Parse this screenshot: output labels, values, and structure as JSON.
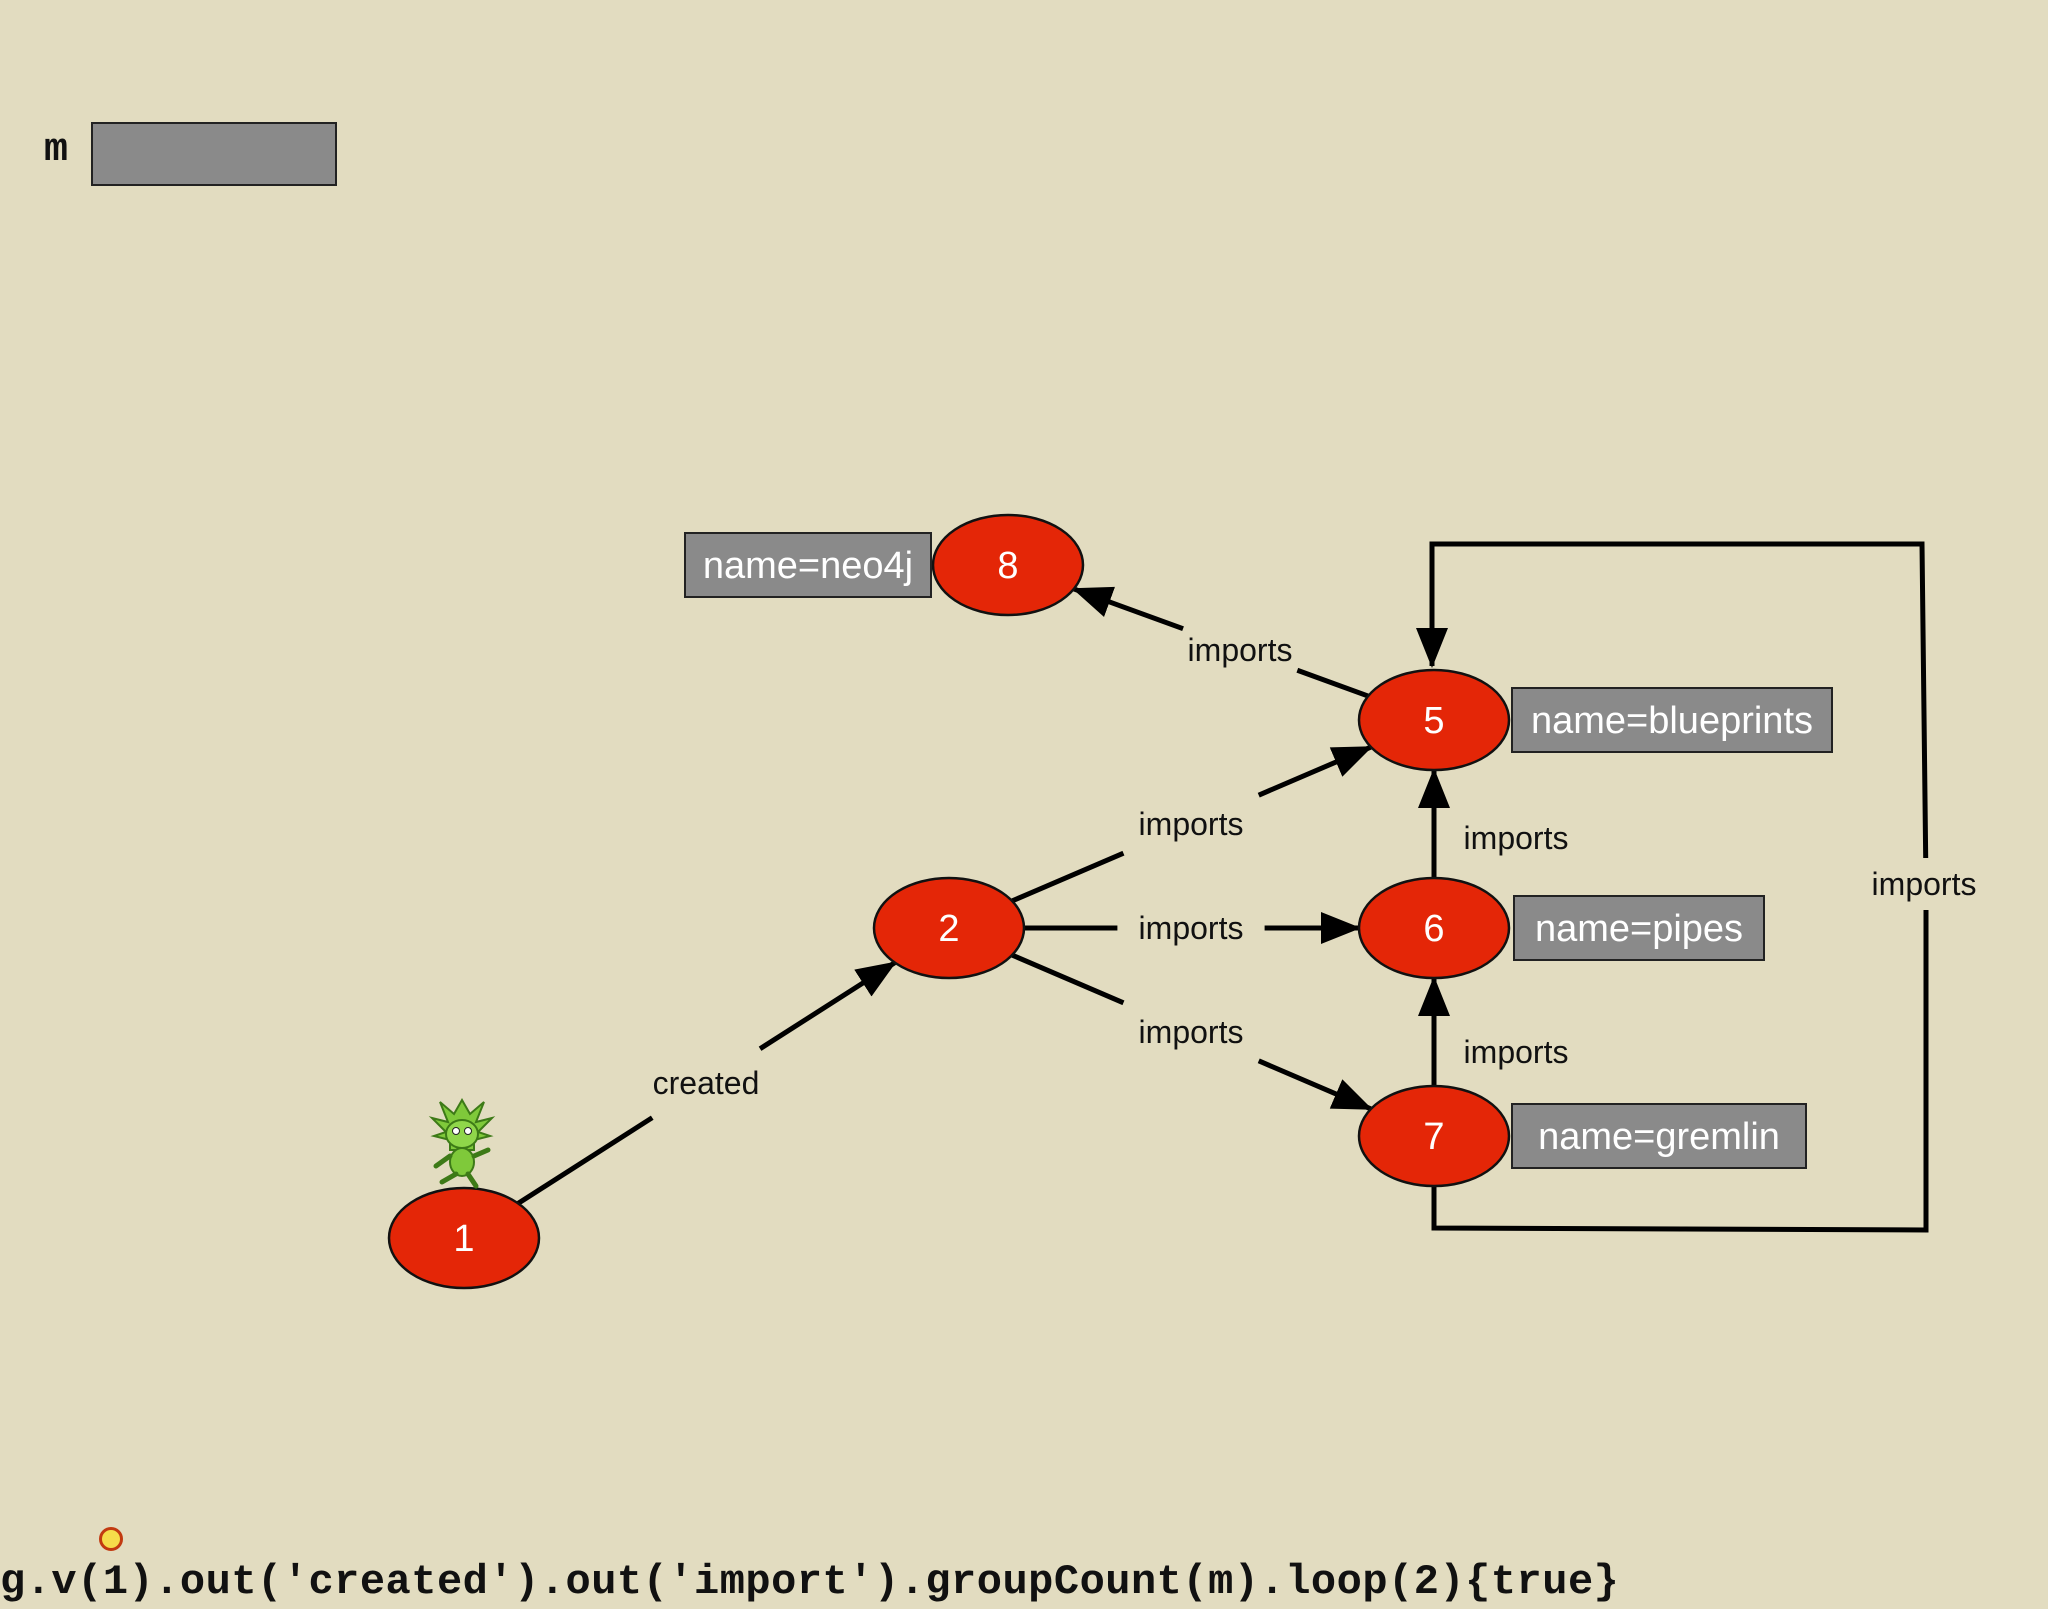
{
  "map": {
    "label": "m"
  },
  "query": "g.v(1).out('created').out('import').groupCount(m).loop(2){true}",
  "colors": {
    "background": "#e2dcc0",
    "node": "#e42607",
    "property_box": "#8a8a8a",
    "gremlin": "#7fc93a"
  },
  "icons": [
    "gremlin-mascot-icon",
    "cursor-dot-icon"
  ],
  "nodes": [
    {
      "id": "1",
      "label": "1"
    },
    {
      "id": "2",
      "label": "2"
    },
    {
      "id": "5",
      "label": "5",
      "property": "name=blueprints"
    },
    {
      "id": "6",
      "label": "6",
      "property": "name=pipes"
    },
    {
      "id": "7",
      "label": "7",
      "property": "name=gremlin"
    },
    {
      "id": "8",
      "label": "8",
      "property": "name=neo4j"
    }
  ],
  "edges": [
    {
      "from": "1",
      "to": "2",
      "label": "created"
    },
    {
      "from": "2",
      "to": "5",
      "label": "imports"
    },
    {
      "from": "2",
      "to": "6",
      "label": "imports"
    },
    {
      "from": "2",
      "to": "7",
      "label": "imports"
    },
    {
      "from": "5",
      "to": "8",
      "label": "imports"
    },
    {
      "from": "6",
      "to": "5",
      "label": "imports"
    },
    {
      "from": "7",
      "to": "6",
      "label": "imports"
    },
    {
      "from": "7",
      "to": "5",
      "label": "imports"
    }
  ]
}
